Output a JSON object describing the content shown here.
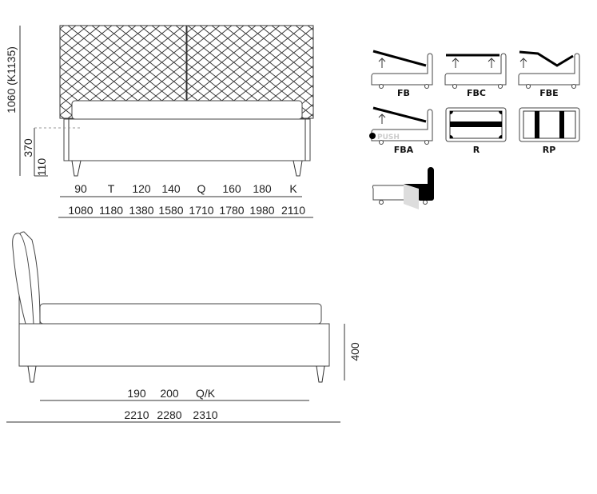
{
  "front_view": {
    "height_label": "1060 (K1135)",
    "frame_height_label": "370",
    "leg_height_label": "110",
    "sizes": [
      "90",
      "T",
      "120",
      "140",
      "Q",
      "160",
      "180",
      "K"
    ],
    "widths": [
      "1080",
      "1180",
      "1380",
      "1580",
      "1710",
      "1780",
      "1980",
      "2110"
    ]
  },
  "side_view": {
    "height_label": "400",
    "sizes": [
      "190",
      "200",
      "Q/K"
    ],
    "lengths": [
      "2210",
      "2280",
      "2310"
    ]
  },
  "options": {
    "items": [
      {
        "code": "FB",
        "icon": "lift-storage-icon"
      },
      {
        "code": "FBC",
        "icon": "flat-lift-storage-icon"
      },
      {
        "code": "FBE",
        "icon": "electric-lift-icon"
      },
      {
        "code": "FBA",
        "icon": "push-lift-icon",
        "extra": "PUSH"
      },
      {
        "code": "R",
        "icon": "slatted-base-icon"
      },
      {
        "code": "RP",
        "icon": "slatted-base-rp-icon"
      }
    ]
  }
}
